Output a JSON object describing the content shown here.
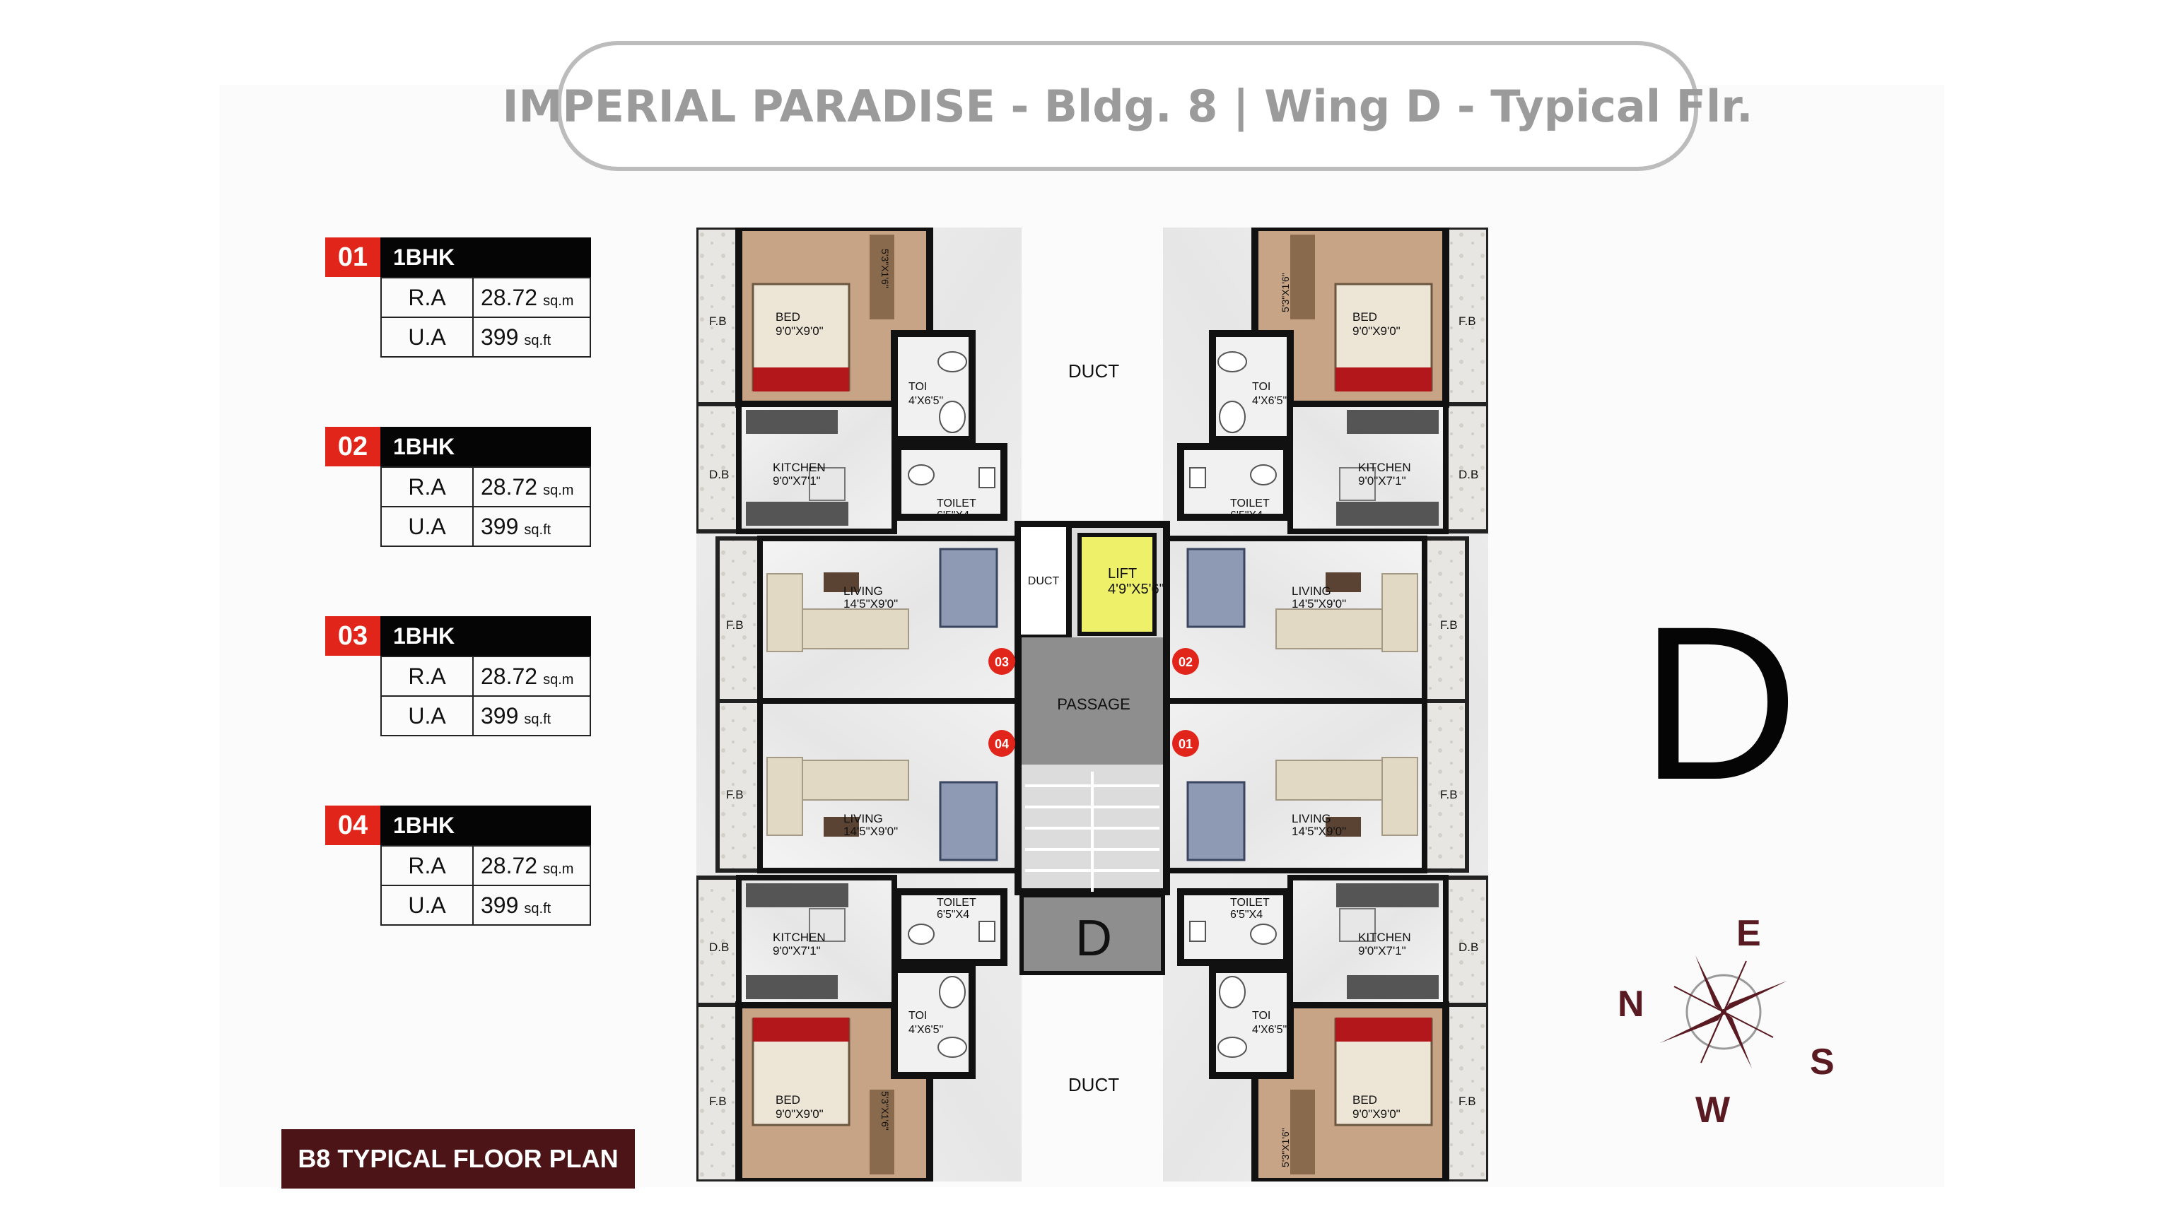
{
  "header": {
    "title": "IMPERIAL PARADISE - Bldg. 8 | Wing D - Typical Flr."
  },
  "units": [
    {
      "number": "01",
      "type": "1BHK",
      "ra_label": "R.A",
      "ra_value": "28.72",
      "ra_unit": "sq.m",
      "ua_label": "U.A",
      "ua_value": "399",
      "ua_unit": "sq.ft"
    },
    {
      "number": "02",
      "type": "1BHK",
      "ra_label": "R.A",
      "ra_value": "28.72",
      "ra_unit": "sq.m",
      "ua_label": "U.A",
      "ua_value": "399",
      "ua_unit": "sq.ft"
    },
    {
      "number": "03",
      "type": "1BHK",
      "ra_label": "R.A",
      "ra_value": "28.72",
      "ra_unit": "sq.m",
      "ua_label": "U.A",
      "ua_value": "399",
      "ua_unit": "sq.ft"
    },
    {
      "number": "04",
      "type": "1BHK",
      "ra_label": "R.A",
      "ra_value": "28.72",
      "ra_unit": "sq.m",
      "ua_label": "U.A",
      "ua_value": "399",
      "ua_unit": "sq.ft"
    }
  ],
  "plan_label": "B8 TYPICAL FLOOR PLAN",
  "wing": "D",
  "floor_plan": {
    "duct_top": "DUCT",
    "duct_bottom": "DUCT",
    "duct_small": "DUCT",
    "lift_name": "LIFT",
    "lift_size": "4'9\"X5'6\"",
    "passage": "PASSAGE",
    "stair_wing": "D",
    "bed_name": "BED",
    "bed_size": "9'0\"X9'0\"",
    "toi_name": "TOI",
    "toi_size": "4'X6'5\"",
    "toilet_name": "TOILET",
    "toilet_size": "6'5\"X4",
    "kitchen_name": "KITCHEN",
    "kitchen_size": "9'0\"X7'1\"",
    "living_name": "LIVING",
    "living_size": "14'5\"X9'0\"",
    "fb": "F.B",
    "db": "D.B",
    "balcony_size": "5'3\"X1'6\"",
    "unit_markers": [
      "03",
      "02",
      "04",
      "01"
    ]
  },
  "compass": {
    "north": "N",
    "east": "E",
    "south": "S",
    "west": "W"
  },
  "colors": {
    "accent_red": "#e1251b",
    "label_bg": "#4d1418",
    "lift_yellow": "#eef06a",
    "floor_wood": "#c7a486",
    "compass": "#5a1a22"
  }
}
